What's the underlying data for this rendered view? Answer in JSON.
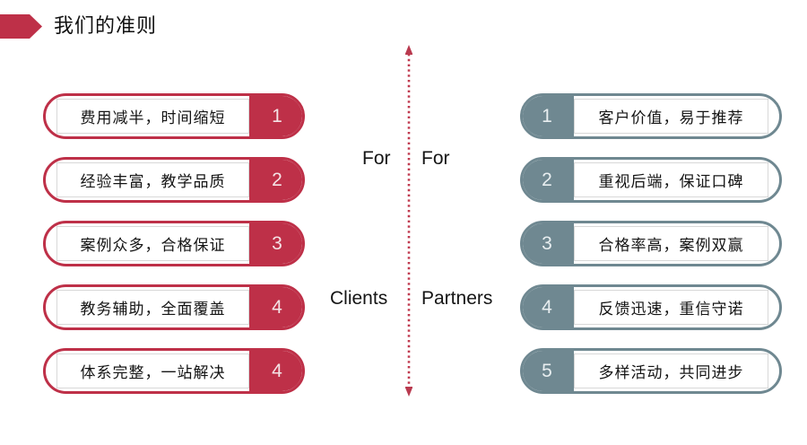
{
  "header": {
    "title": "我们的准则",
    "flag_icon": "pennant-arrow-icon",
    "accent_color": "#BE3048"
  },
  "colors": {
    "red": "#BE3048",
    "slate": "#6F8891",
    "text": "#141414",
    "background": "#FFFFFF"
  },
  "center": {
    "axis_icon": "double-headed-dotted-arrow-icon",
    "axis_color": "#BE3048",
    "for_left": "For",
    "for_right": "For",
    "clients": "Clients",
    "partners": "Partners"
  },
  "left_column": {
    "side_label": "For Clients",
    "accent": "#BE3048",
    "items": [
      {
        "num": "1",
        "text": "费用减半，时间缩短"
      },
      {
        "num": "2",
        "text": "经验丰富，教学品质"
      },
      {
        "num": "3",
        "text": "案例众多，合格保证"
      },
      {
        "num": "4",
        "text": "教务辅助，全面覆盖"
      },
      {
        "num": "4",
        "text": "体系完整，一站解决"
      }
    ]
  },
  "right_column": {
    "side_label": "For Partners",
    "accent": "#6F8891",
    "items": [
      {
        "num": "1",
        "text": "客户价值，易于推荐"
      },
      {
        "num": "2",
        "text": "重视后端，保证口碑"
      },
      {
        "num": "3",
        "text": "合格率高，案例双赢"
      },
      {
        "num": "4",
        "text": "反馈迅速，重信守诺"
      },
      {
        "num": "5",
        "text": "多样活动，共同进步"
      }
    ]
  }
}
